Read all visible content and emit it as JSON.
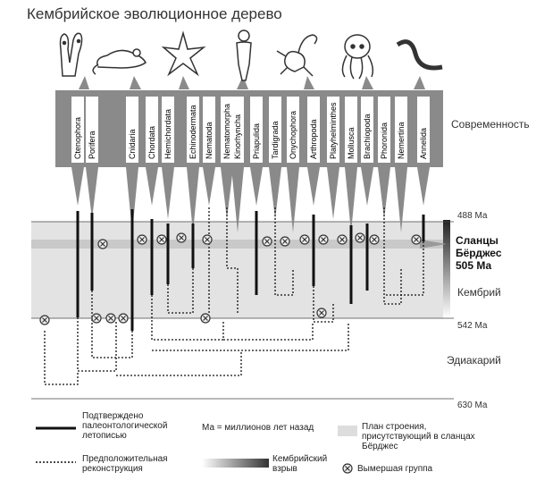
{
  "title": "Кембрийское эволюционное дерево",
  "phyla": [
    "Ctenophora",
    "Porifera",
    "Cnidaria",
    "Chordata",
    "Hemichordata",
    "Echinodermata",
    "Nematoda",
    "Nematomorpha",
    "Kinorhyncha",
    "Priapulida",
    "Tardigrada",
    "Onychophora",
    "Arthropoda",
    "Platyhelminthes",
    "Mollusca",
    "Brachiopoda",
    "Phoronida",
    "Nemertina",
    "Annelida"
  ],
  "labels": {
    "modern": "Современность",
    "time_488": "488 Ма",
    "burgess": "Сланцы Бёрджес 505 Ма",
    "cambrian": "Кембрий",
    "time_542": "542 Ма",
    "ediacaran": "Эдиакарий",
    "time_630": "630 Ма"
  },
  "legend": {
    "confirmed": "Подтверждено палеонтологической летописью",
    "ma_def": "Ма = миллионов лет назад",
    "body_plan": "План строения, присутствующий в сланцах Бёрджес",
    "hypothetical": "Предположительная реконструкция",
    "explosion": "Кембрийский взрыв",
    "extinct": "Вымершая группа"
  },
  "colors": {
    "gray_box": "#8a8a8a",
    "cambrian_band": "#e2e2e2",
    "burgess_band": "#c8c8c8",
    "line": "#111111"
  },
  "icons": [
    "sponge-icon",
    "mouse-icon",
    "starfish-icon",
    "human-icon",
    "scorpion-icon",
    "octopus-icon",
    "worm-icon"
  ]
}
